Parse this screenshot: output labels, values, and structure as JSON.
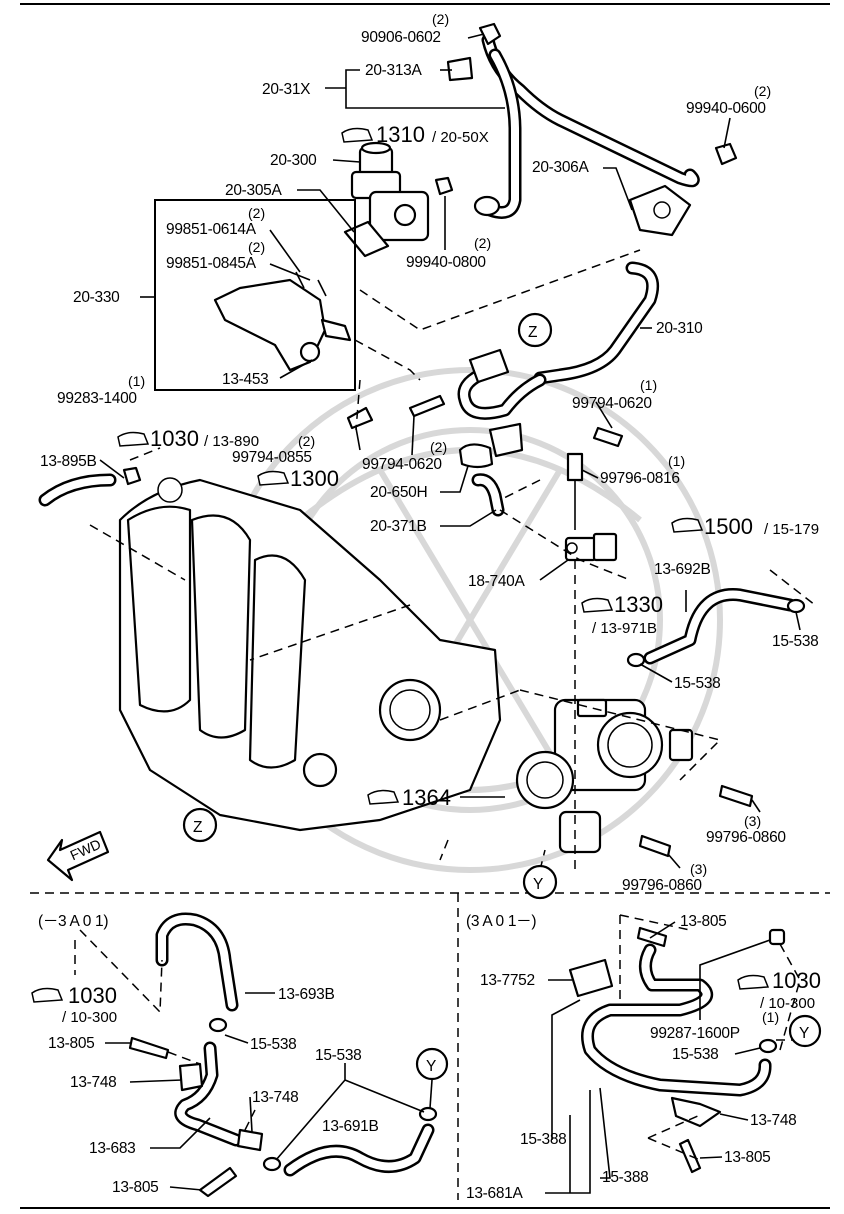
{
  "labels": {
    "p90906_0602": "90906-0602",
    "q_2a": "(2)",
    "p20_313A": "20-313A",
    "p20_31X": "20-31X",
    "p99940_0600": "99940-0600",
    "q_2b": "(2)",
    "ref1310": "1310",
    "ref1310b": "/ 20-50X",
    "p20_300": "20-300",
    "p20_306A": "20-306A",
    "p20_305A": "20-305A",
    "p99851_0614A": "99851-0614A",
    "q_2c": "(2)",
    "p99851_0845A": "99851-0845A",
    "q_2d": "(2)",
    "p99940_0800": "99940-0800",
    "q_2e": "(2)",
    "p20_330": "20-330",
    "p20_310": "20-310",
    "z1": "Z",
    "p13_453": "13-453",
    "p99283_1400": "99283-1400",
    "q_1a": "(1)",
    "p99794_0620a": "99794-0620",
    "q_1b": "(1)",
    "ref1030": "1030",
    "ref1030b": "/ 13-890",
    "p99794_0855": "99794-0855",
    "q_2f": "(2)",
    "p13_895B": "13-895B",
    "ref1300": "1300",
    "p99794_0620b": "99794-0620",
    "q_2g": "(2)",
    "p99796_0816": "99796-0816",
    "q_1c": "(1)",
    "p20_650H": "20-650H",
    "p20_371B": "20-371B",
    "ref1500": "1500",
    "ref1500b": "/ 15-179",
    "p18_740A": "18-740A",
    "p13_692B": "13-692B",
    "ref1330": "1330",
    "ref1330b": "/ 13-971B",
    "p15_538a": "15-538",
    "p15_538b": "15-538",
    "ref1364": "1364",
    "p99796_0860a": "99796-0860",
    "q_3a": "(3)",
    "z2": "Z",
    "fwd": "FWD",
    "y1": "Y",
    "p99796_0860b": "99796-0860",
    "q_3b": "(3)",
    "left_range": "(－3 A 0 1)",
    "p13_693B": "13-693B",
    "ref1030L": "1030",
    "ref1030Lb": "/ 10-300",
    "p15_538c": "15-538",
    "p13_805a": "13-805",
    "p15_538d": "15-538",
    "p13_748a": "13-748",
    "y2": "Y",
    "p13_748b": "13-748",
    "p13_691B": "13-691B",
    "p13_683": "13-683",
    "p13_805b": "13-805",
    "right_range": "(3 A 0 1－)",
    "p13_805c": "13-805",
    "p13_7752": "13-7752",
    "ref1030R": "1030",
    "ref1030Rb": "/ 10-300",
    "p99287_1600P": "99287-1600P",
    "q_1d": "(1)",
    "y3": "Y",
    "p15_538e": "15-538",
    "p13_748c": "13-748",
    "p15_388a": "15-388",
    "p13_805d": "13-805",
    "p13_681A": "13-681A",
    "p15_388b": "15-388"
  },
  "colors": {
    "ink": "#000000",
    "paper": "#ffffff",
    "watermark": "#d8d8d8"
  }
}
